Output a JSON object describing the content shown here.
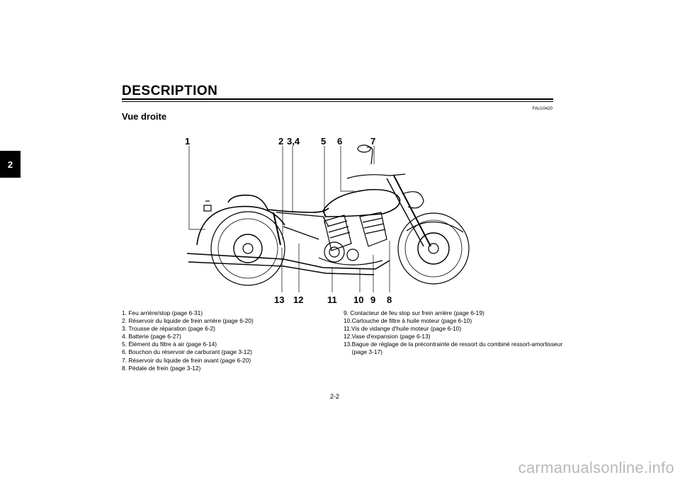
{
  "chapter_tab": "2",
  "header": {
    "title": "DESCRIPTION",
    "ref_code": "FAU10420",
    "subtitle": "Vue droite"
  },
  "diagram": {
    "icon": "motorcycle-right-side-icon",
    "callouts_top": [
      "1",
      "2",
      "3,4",
      "5",
      "6",
      "7"
    ],
    "callouts_bottom": [
      "13",
      "12",
      "11",
      "10",
      "9",
      "8"
    ]
  },
  "legend": {
    "left": [
      {
        "num": "1. ",
        "text": "Feu arrière/stop (page 6-31)"
      },
      {
        "num": "2. ",
        "text": "Réservoir du liquide de frein arrière (page 6-20)"
      },
      {
        "num": "3. ",
        "text": "Trousse de réparation (page 6-2)"
      },
      {
        "num": "4. ",
        "text": "Batterie (page 6-27)"
      },
      {
        "num": "5. ",
        "text": "Élément du filtre à air (page 6-14)"
      },
      {
        "num": "6. ",
        "text": "Bouchon du réservoir de carburant (page 3-12)"
      },
      {
        "num": "7. ",
        "text": "Réservoir du liquide de frein avant (page 6-20)"
      },
      {
        "num": "8. ",
        "text": "Pédale de frein (page 3-12)"
      }
    ],
    "right": [
      {
        "num": "9. ",
        "text": "Contacteur de feu stop sur frein arrière (page 6-19)"
      },
      {
        "num": "10.",
        "text": "Cartouche de filtre à huile moteur (page 6-10)"
      },
      {
        "num": "11.",
        "text": "Vis de vidange d'huile moteur (page 6-10)"
      },
      {
        "num": "12.",
        "text": "Vase d'expansion (page 6-13)"
      },
      {
        "num": "13.",
        "text": "Bague de réglage de la précontrainte de ressort du combiné ressort-amortisseur (page 3-17)"
      }
    ]
  },
  "page_number": "2-2",
  "watermark": "carmanualsonline.info"
}
